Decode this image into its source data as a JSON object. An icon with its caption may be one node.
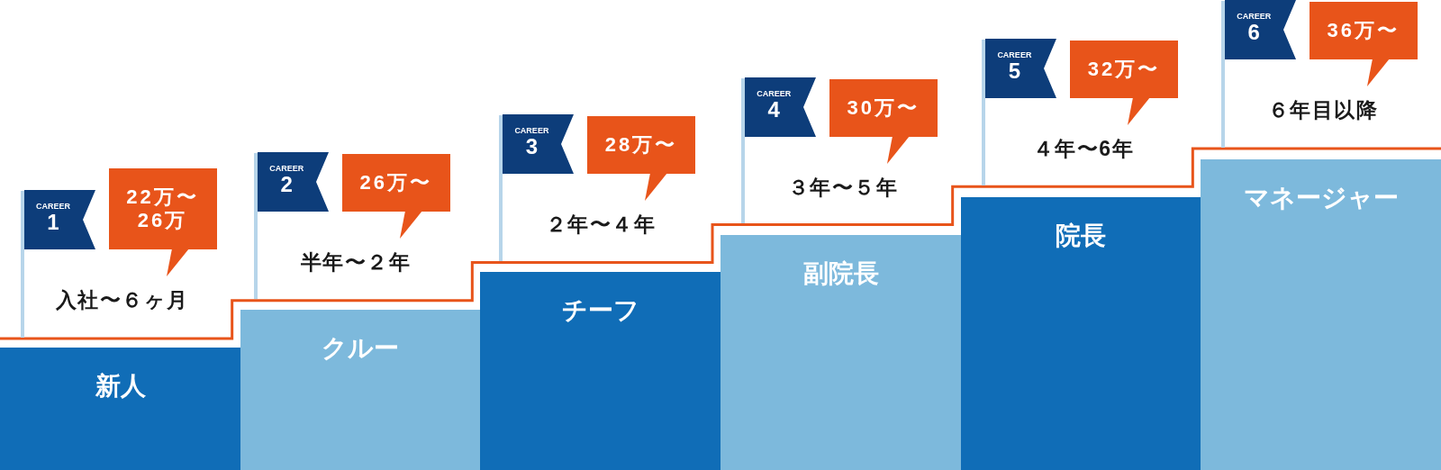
{
  "diagram": {
    "nodes": [
      {
        "text": [
          "CAREER",
          "1"
        ]
      },
      {
        "text": [
          "22万〜26万"
        ]
      },
      {
        "text": [
          "新人"
        ]
      },
      {
        "text": [
          "CAREER",
          "2"
        ]
      },
      {
        "text": [
          "26万〜"
        ]
      },
      {
        "text": [
          "クルー"
        ]
      },
      {
        "text": [
          "CAREER",
          "3"
        ]
      },
      {
        "text": [
          "28万〜"
        ]
      },
      {
        "text": [
          "チーフ"
        ]
      },
      {
        "text": [
          "CAREER",
          "4"
        ]
      },
      {
        "text": [
          "30万〜"
        ]
      },
      {
        "text": [
          "副院長"
        ]
      },
      {
        "text": [
          "CAREER",
          "5"
        ]
      },
      {
        "text": [
          "32万〜"
        ]
      },
      {
        "text": [
          "院長"
        ]
      },
      {
        "text": [
          "CAREER",
          "6"
        ]
      },
      {
        "text": [
          "36万〜"
        ]
      },
      {
        "text": [
          "マネージャー"
        ]
      }
    ],
    "labels": [
      "入社〜６ヶ月",
      "半年〜２年",
      "２年〜４年",
      "３年〜５年",
      "４年〜6年",
      "６年目以降"
    ]
  }
}
